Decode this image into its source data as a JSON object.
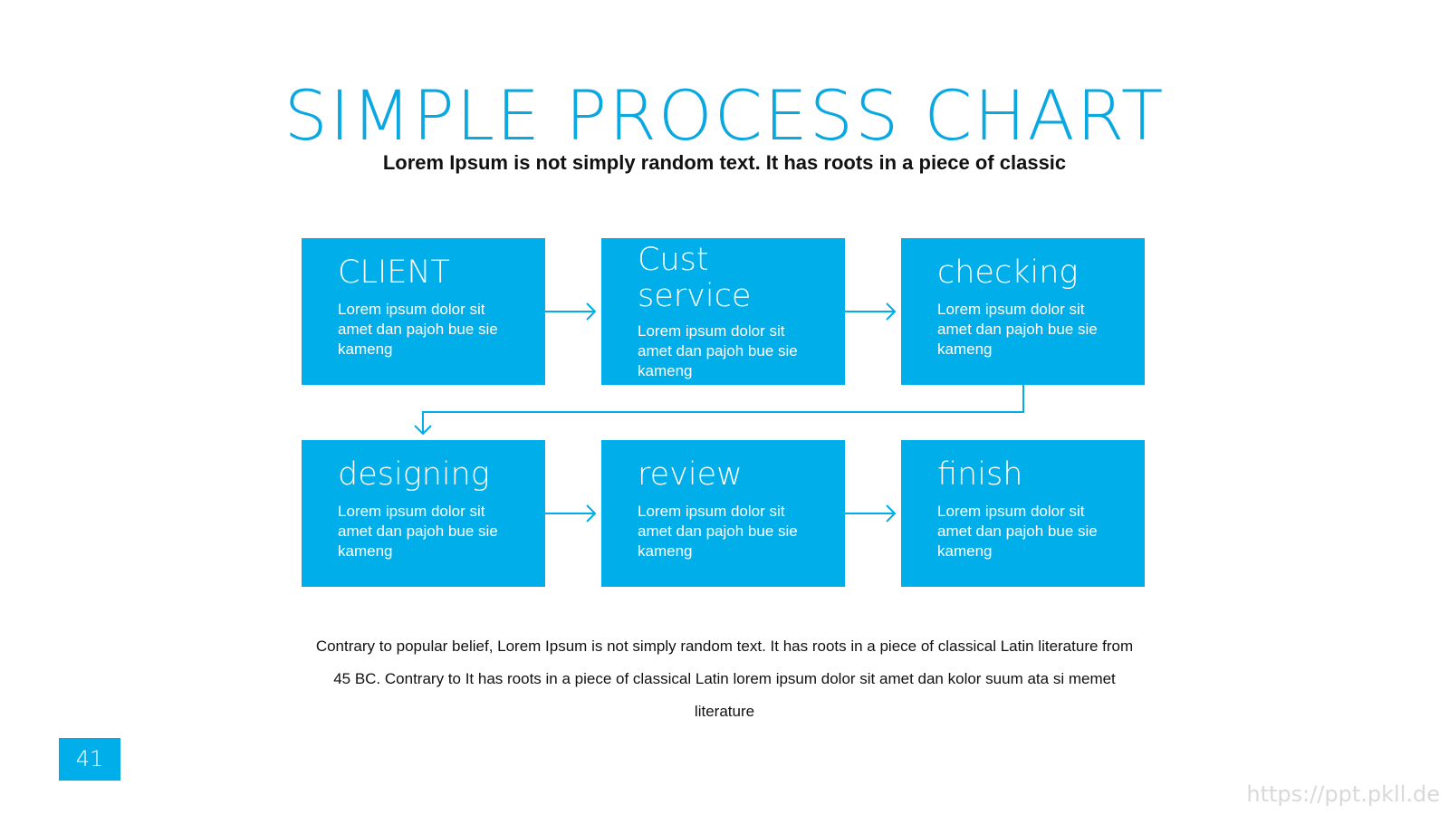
{
  "slide": {
    "title": "SIMPLE PROCESS CHART",
    "subtitle": "Lorem Ipsum is not simply random text. It has roots in a piece of classic",
    "paragraph": "Contrary to popular belief, Lorem Ipsum is not simply random text. It has roots in a piece of classical Latin literature from 45 BC. Contrary to It has roots in a piece of classical Latin  lorem ipsum dolor sit amet dan kolor suum ata si memet literature",
    "page_number": "41",
    "watermark": "https://ppt.pkll.de"
  },
  "colors": {
    "accent": "#00aee9",
    "title": "#0aa8e0",
    "text": "#111111",
    "watermark": "#d9d9d9"
  },
  "process": {
    "steps": [
      {
        "title": "CLIENT",
        "text": "Lorem ipsum dolor sit amet dan pajoh bue sie kameng"
      },
      {
        "title": "Cust\nservice",
        "text": "Lorem ipsum dolor sit amet dan pajoh bue sie kameng"
      },
      {
        "title": "checking",
        "text": "Lorem ipsum dolor sit amet dan pajoh bue sie kameng"
      },
      {
        "title": "designing",
        "text": "Lorem ipsum dolor sit amet dan pajoh bue sie kameng"
      },
      {
        "title": "review",
        "text": "Lorem ipsum dolor sit amet dan pajoh bue sie kameng"
      },
      {
        "title": "finish",
        "text": "Lorem ipsum dolor sit amet dan pajoh bue sie kameng"
      }
    ]
  }
}
